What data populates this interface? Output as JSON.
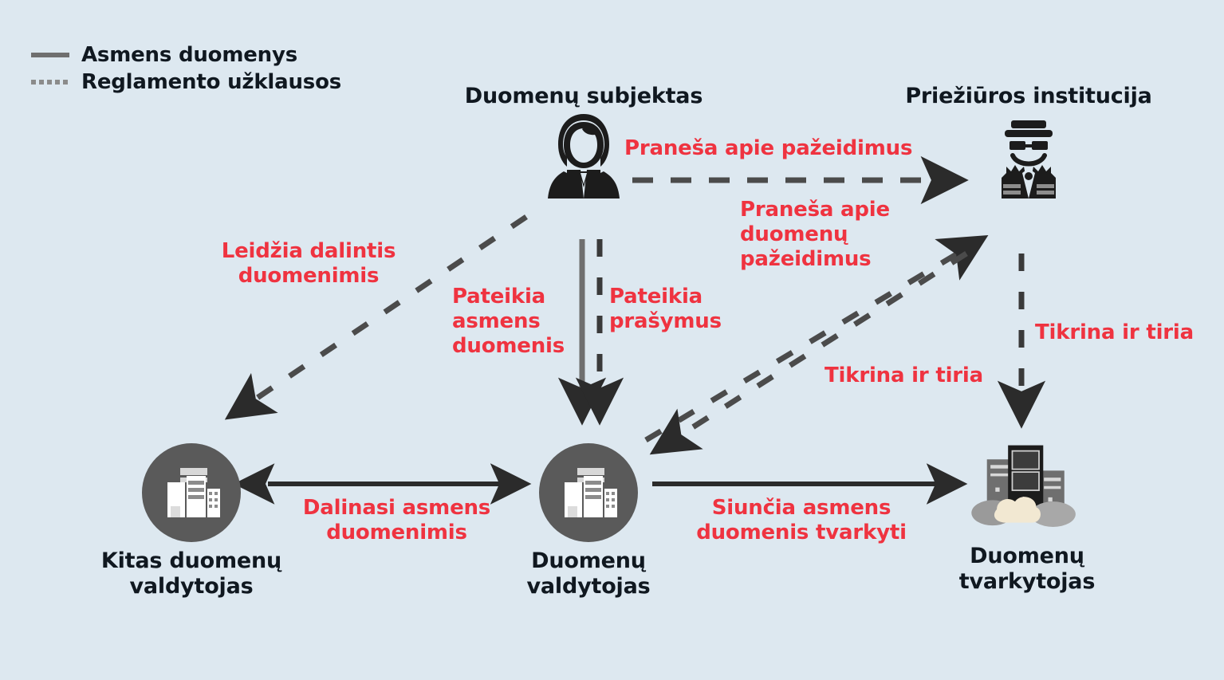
{
  "diagram": {
    "title_alt": "GDPR duomenu srautu schema",
    "background_color": "#dde8f0",
    "accent_color": "#ef3340",
    "line_color": "#3a3a3a",
    "node_icon_color": "#5a5a5a"
  },
  "legend": {
    "items": [
      {
        "key": "solid-line",
        "label": "Asmens duomenys"
      },
      {
        "key": "dotted-line",
        "label": "Reglamento užklausos"
      }
    ]
  },
  "nodes": {
    "data_subject": {
      "label": "Duomenų subjektas",
      "icon": "person-icon"
    },
    "supervisory_authority": {
      "label": "Priežiūros institucija",
      "icon": "officer-icon"
    },
    "other_controller": {
      "label": "Kitas duomenų\nvaldytojas",
      "icon": "building-icon"
    },
    "controller": {
      "label": "Duomenų\nvaldytojas",
      "icon": "building-icon"
    },
    "processor": {
      "label": "Duomenų\ntvarkytojas",
      "icon": "servers-cloud-icon"
    }
  },
  "edges": {
    "subject_to_authority": {
      "label": "Praneša apie pažeidimus",
      "style": "dashed",
      "direction": "right"
    },
    "controller_to_authority": {
      "label": "Praneša apie\nduomenų\npažeidimus",
      "style": "dashed",
      "direction": "up-right"
    },
    "subject_to_other_controller": {
      "label": "Leidžia dalintis\nduomenimis",
      "style": "dashed",
      "direction": "down-left"
    },
    "subject_to_controller_data": {
      "label": "Pateikia\nasmens\nduomenis",
      "style": "solid",
      "direction": "down"
    },
    "subject_to_controller_requests": {
      "label": "Pateikia\nprašymus",
      "style": "dashed",
      "direction": "down"
    },
    "authority_to_controller": {
      "label": "Tikrina ir tiria",
      "style": "dashed",
      "direction": "down-left"
    },
    "authority_to_processor": {
      "label": "Tikrina ir tiria",
      "style": "dashed",
      "direction": "down"
    },
    "controller_share": {
      "label": "Dalinasi asmens\nduomenimis",
      "style": "solid",
      "direction": "both"
    },
    "controller_to_processor": {
      "label": "Siunčia asmens\nduomenis tvarkyti",
      "style": "solid",
      "direction": "right"
    }
  }
}
